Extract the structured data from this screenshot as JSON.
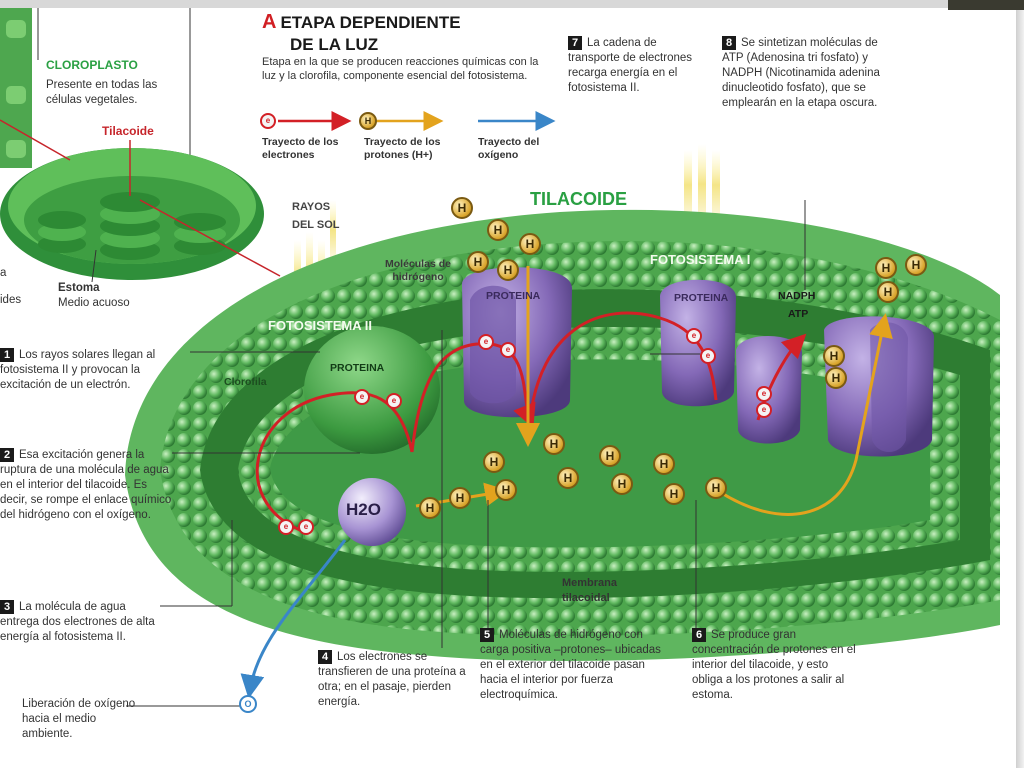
{
  "colors": {
    "green_membrane": "#6cc26c",
    "dark_green": "#2f8f3a",
    "protein_purple": "#8b73b9",
    "electron_red": "#d32026",
    "proton_gold": "#e3a31d",
    "oxygen_blue": "#3a86c8",
    "title_red": "#d11f24"
  },
  "header": {
    "letter": "A",
    "title_line1": "ETAPA DEPENDIENTE",
    "title_line2": "DE LA LUZ",
    "description": "Etapa en la que se producen reacciones químicas con la luz y la clorofila, componente esencial del fotosistema."
  },
  "legend": {
    "electrons": {
      "label": "Trayecto de los electrones",
      "symbol": "e"
    },
    "protons": {
      "label": "Trayecto de los protones (H+)",
      "symbol": "H"
    },
    "oxygen": {
      "label": "Trayecto del oxígeno"
    }
  },
  "chloroplast": {
    "title": "CLOROPLASTO",
    "subtitle": "Presente en todas las células vegetales.",
    "tilacoide_label": "Tilacoide",
    "estoma_title": "Estoma",
    "estoma_sub": "Medio acuoso",
    "cut_label_1": "a",
    "cut_label_2": "ides"
  },
  "diagram": {
    "tilacoide": "TILACOIDE",
    "fotosistema_1": "FOTOSISTEMA I",
    "fotosistema_2": "FOTOSISTEMA II",
    "rayos_sol": "RAYOS DEL SOL",
    "moleculas_hidrogeno": "Moléculas de hidrógeno",
    "proteina": "PROTEINA",
    "clorofila": "Clorofila",
    "nadph": "NADPH",
    "atp": "ATP",
    "h2o": "H2O",
    "membrana": "Membrana tilacoidal",
    "electron_symbol": "e",
    "proton_symbol": "H",
    "oxygen_symbol": "O"
  },
  "steps": [
    {
      "num": "1",
      "text": "Los rayos solares llegan al fotosistema II y provocan la excitación de un electrón."
    },
    {
      "num": "2",
      "text": "Esa excitación genera la ruptura de una molécula de agua en el interior del tilacoide. Es decir, se rompe el enlace químico del hidrógeno con el oxígeno."
    },
    {
      "num": "3",
      "text": "La molécula de agua entrega dos electrones de alta energía al fotosistema II."
    },
    {
      "num": "4",
      "text": "Los electrones se transfieren de una proteína a otra; en el pasaje, pierden energía."
    },
    {
      "num": "5",
      "text": "Moléculas de hidrógeno con carga positiva –protones– ubicadas en el exterior del tilacoide pasan hacia el interior por fuerza electroquímica."
    },
    {
      "num": "6",
      "text": "Se produce gran concentración de protones en el interior del tilacoide, y esto obliga a los protones a salir al estoma."
    },
    {
      "num": "7",
      "text": "La cadena de transporte de electrones recarga energía en el fotosistema II."
    },
    {
      "num": "8",
      "text": "Se sintetizan moléculas de ATP (Adenosina tri fosfato) y NADPH (Nicotinamida adenina dinucleotido fosfato), que se emplearán en la etapa oscura."
    }
  ],
  "oxygen_release": "Liberación de oxígeno hacia el medio ambiente."
}
